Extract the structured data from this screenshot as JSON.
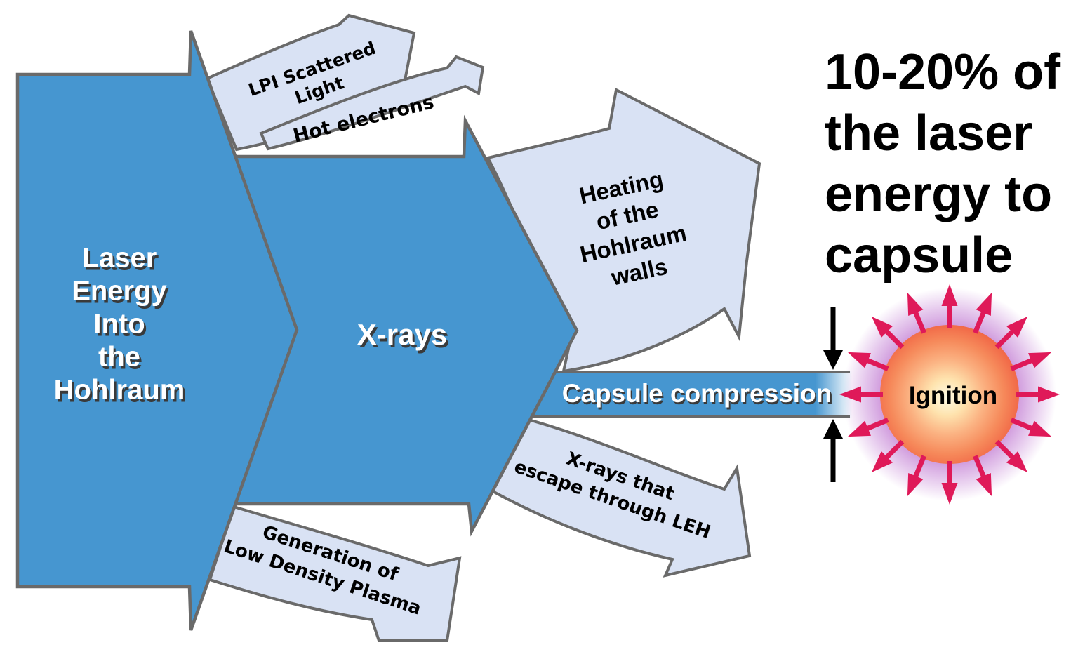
{
  "headline": {
    "lines": [
      "10-20% of",
      "the laser",
      "energy to",
      "capsule"
    ]
  },
  "flow": {
    "laser_arrow": {
      "lines": [
        "Laser",
        "Energy",
        "Into",
        "the",
        "Hohlraum"
      ]
    },
    "xrays_arrow": {
      "label": "X-rays"
    },
    "capsule_bar": {
      "label": "Capsule compression"
    },
    "ignition": {
      "label": "Ignition",
      "ray_count": 16
    }
  },
  "branches": {
    "lpi": {
      "lines": [
        "LPI Scattered",
        "Light"
      ]
    },
    "hot_electrons": {
      "label": "Hot electrons"
    },
    "heating": {
      "lines": [
        "Heating",
        "of the",
        "Hohlraum",
        "walls"
      ]
    },
    "escape": {
      "lines": [
        "X-rays that",
        "escape through LEH"
      ]
    },
    "generation": {
      "lines": [
        "Generation of",
        "Low Density Plasma"
      ]
    }
  },
  "colors": {
    "arrow_blue": "#4696d0",
    "band_blue": "#d9e2f4",
    "outline": "#6a6a6a",
    "crimson": "#df1959",
    "glow_purple": "#c582d4",
    "ball_center": "#fffbe6",
    "ball_mid": "#f89a66",
    "ball_edge": "#ee5a3e",
    "text_white": "#ffffff",
    "text_black": "#000000",
    "shadow_gray": "#3a3a3a"
  }
}
